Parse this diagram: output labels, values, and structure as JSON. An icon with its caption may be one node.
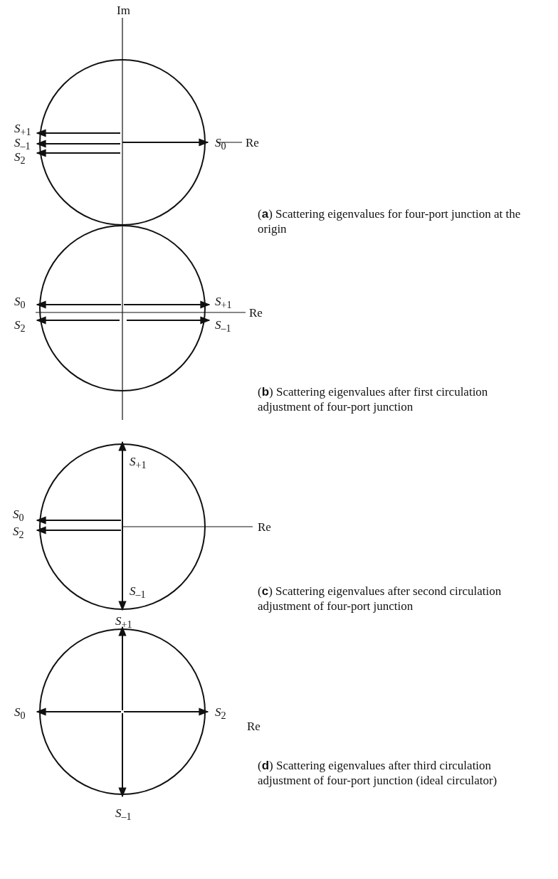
{
  "diagram": {
    "labels": [
      "Im",
      "*S*$_{+1}$",
      "*S*$_{–1}$",
      "*S*$_{2}$",
      "*S*$_{0}$",
      "Re",
      "(**a**) Scattering eigenvalues for four-port junction at the origin",
      "*S*$_{0}$",
      "*S*$_{+1}$",
      "Re",
      "*S*$_{2}$",
      "*S*$_{–1}$",
      "(**b**) Scattering eigenvalues after first circulation adjustment of four-port junction",
      "*S*$_{+1}$",
      "*S*$_{0}$",
      "Re",
      "*S*$_{2}$",
      "*S*$_{–1}$",
      "(**c**) Scattering eigenvalues after second circulation adjustment of four-port junction",
      "*S*$_{+1}$",
      "*S*$_{0}$",
      "*S*$_{2}$",
      "Re",
      "(**d**) Scattering eigenvalues after third circulation adjustment of four-port junction (ideal circulator)",
      "*S*$_{–1}$"
    ]
  }
}
